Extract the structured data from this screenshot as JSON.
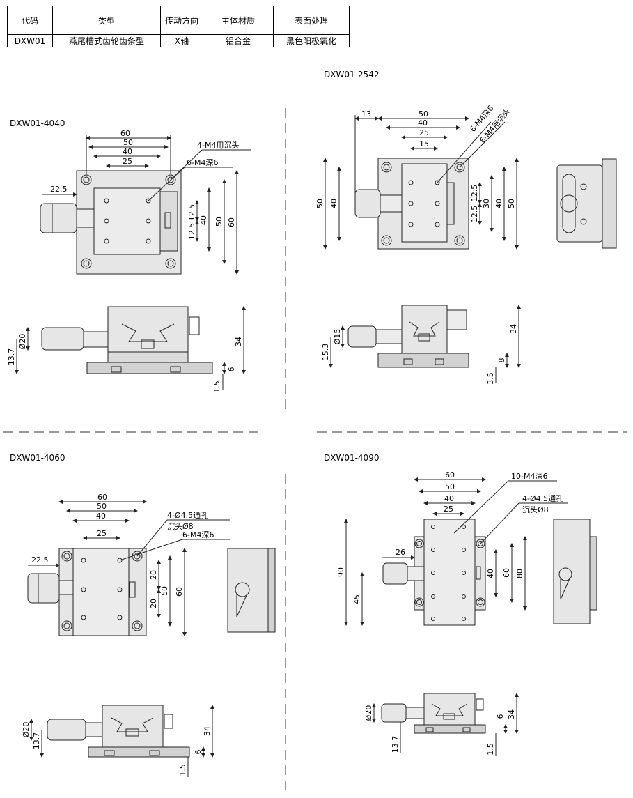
{
  "spec_table": {
    "headers": [
      "代码",
      "类型",
      "传动方向",
      "主体材质",
      "表面处理"
    ],
    "values": [
      "DXW01",
      "燕尾槽式齿轮齿条型",
      "X轴",
      "铝合金",
      "黑色阳极氧化"
    ]
  },
  "views": [
    {
      "title": "DXW01-4040",
      "top_dims": [
        "60",
        "50",
        "40",
        "25"
      ],
      "callouts": [
        "4-M4用沉头",
        "6-M4深6"
      ],
      "side_dims": [
        "22.5",
        "12.5",
        "12.5",
        "40",
        "50",
        "60"
      ],
      "front_dims": [
        "13.7",
        "Ø20",
        "34",
        "6",
        "1.5"
      ]
    },
    {
      "title": "DXW01-2542",
      "top_dims": [
        "13",
        "50",
        "40",
        "25",
        "15"
      ],
      "callouts": [
        "6-M4深6",
        "6-M4用沉头"
      ],
      "side_dims": [
        "50",
        "40",
        "12.5",
        "12.5",
        "30",
        "40",
        "50"
      ],
      "front_dims": [
        "Ø15",
        "15.3",
        "34",
        "8",
        "3.5"
      ]
    },
    {
      "title": "DXW01-4060",
      "top_dims": [
        "60",
        "50",
        "40",
        "25"
      ],
      "callouts": [
        "4-Ø4.5通孔",
        "沉头Ø8",
        "6-M4深6"
      ],
      "side_dims": [
        "22.5",
        "20",
        "20",
        "50",
        "60"
      ],
      "front_dims": [
        "Ø20",
        "13.7",
        "34",
        "6",
        "1.5"
      ]
    },
    {
      "title": "DXW01-4090",
      "top_dims": [
        "60",
        "50",
        "40",
        "25"
      ],
      "callouts": [
        "10-M4深6",
        "4-Ø4.5通孔",
        "沉头Ø8"
      ],
      "side_dims": [
        "26",
        "90",
        "45",
        "40",
        "60",
        "80"
      ],
      "front_dims": [
        "Ø20",
        "13.7",
        "6",
        "34",
        "1.5"
      ]
    }
  ],
  "colors": {
    "body_fill": "#e6e6e6",
    "plate_fill": "#d2d2d2",
    "line": "#222222"
  }
}
